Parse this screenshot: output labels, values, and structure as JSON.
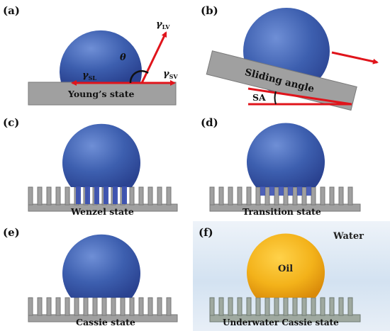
{
  "panels": {
    "a": {
      "letter": "(a)",
      "state": "Young’s state",
      "gamma_lv_main": "γ",
      "gamma_lv_sub": "LV",
      "gamma_sl_main": "γ",
      "gamma_sl_sub": "SL",
      "gamma_sv_main": "γ",
      "gamma_sv_sub": "SV",
      "angle": "θ"
    },
    "b": {
      "letter": "(b)",
      "plate_label": "Sliding angle",
      "angle_label": "SA"
    },
    "c": {
      "letter": "(c)",
      "state": "Wenzel state"
    },
    "d": {
      "letter": "(d)",
      "state": "Transition state"
    },
    "e": {
      "letter": "(e)",
      "state": "Cassie state"
    },
    "f": {
      "letter": "(f)",
      "state": "Underwater Cassie state",
      "medium": "Water",
      "droplet": "Oil"
    }
  },
  "colors": {
    "droplet_blue": "#3b5fae",
    "droplet_oil": "#f2b21a",
    "substrate": "#a0a0a0",
    "force_arrow": "#e0141b",
    "water_background": "#dbe7f3"
  }
}
